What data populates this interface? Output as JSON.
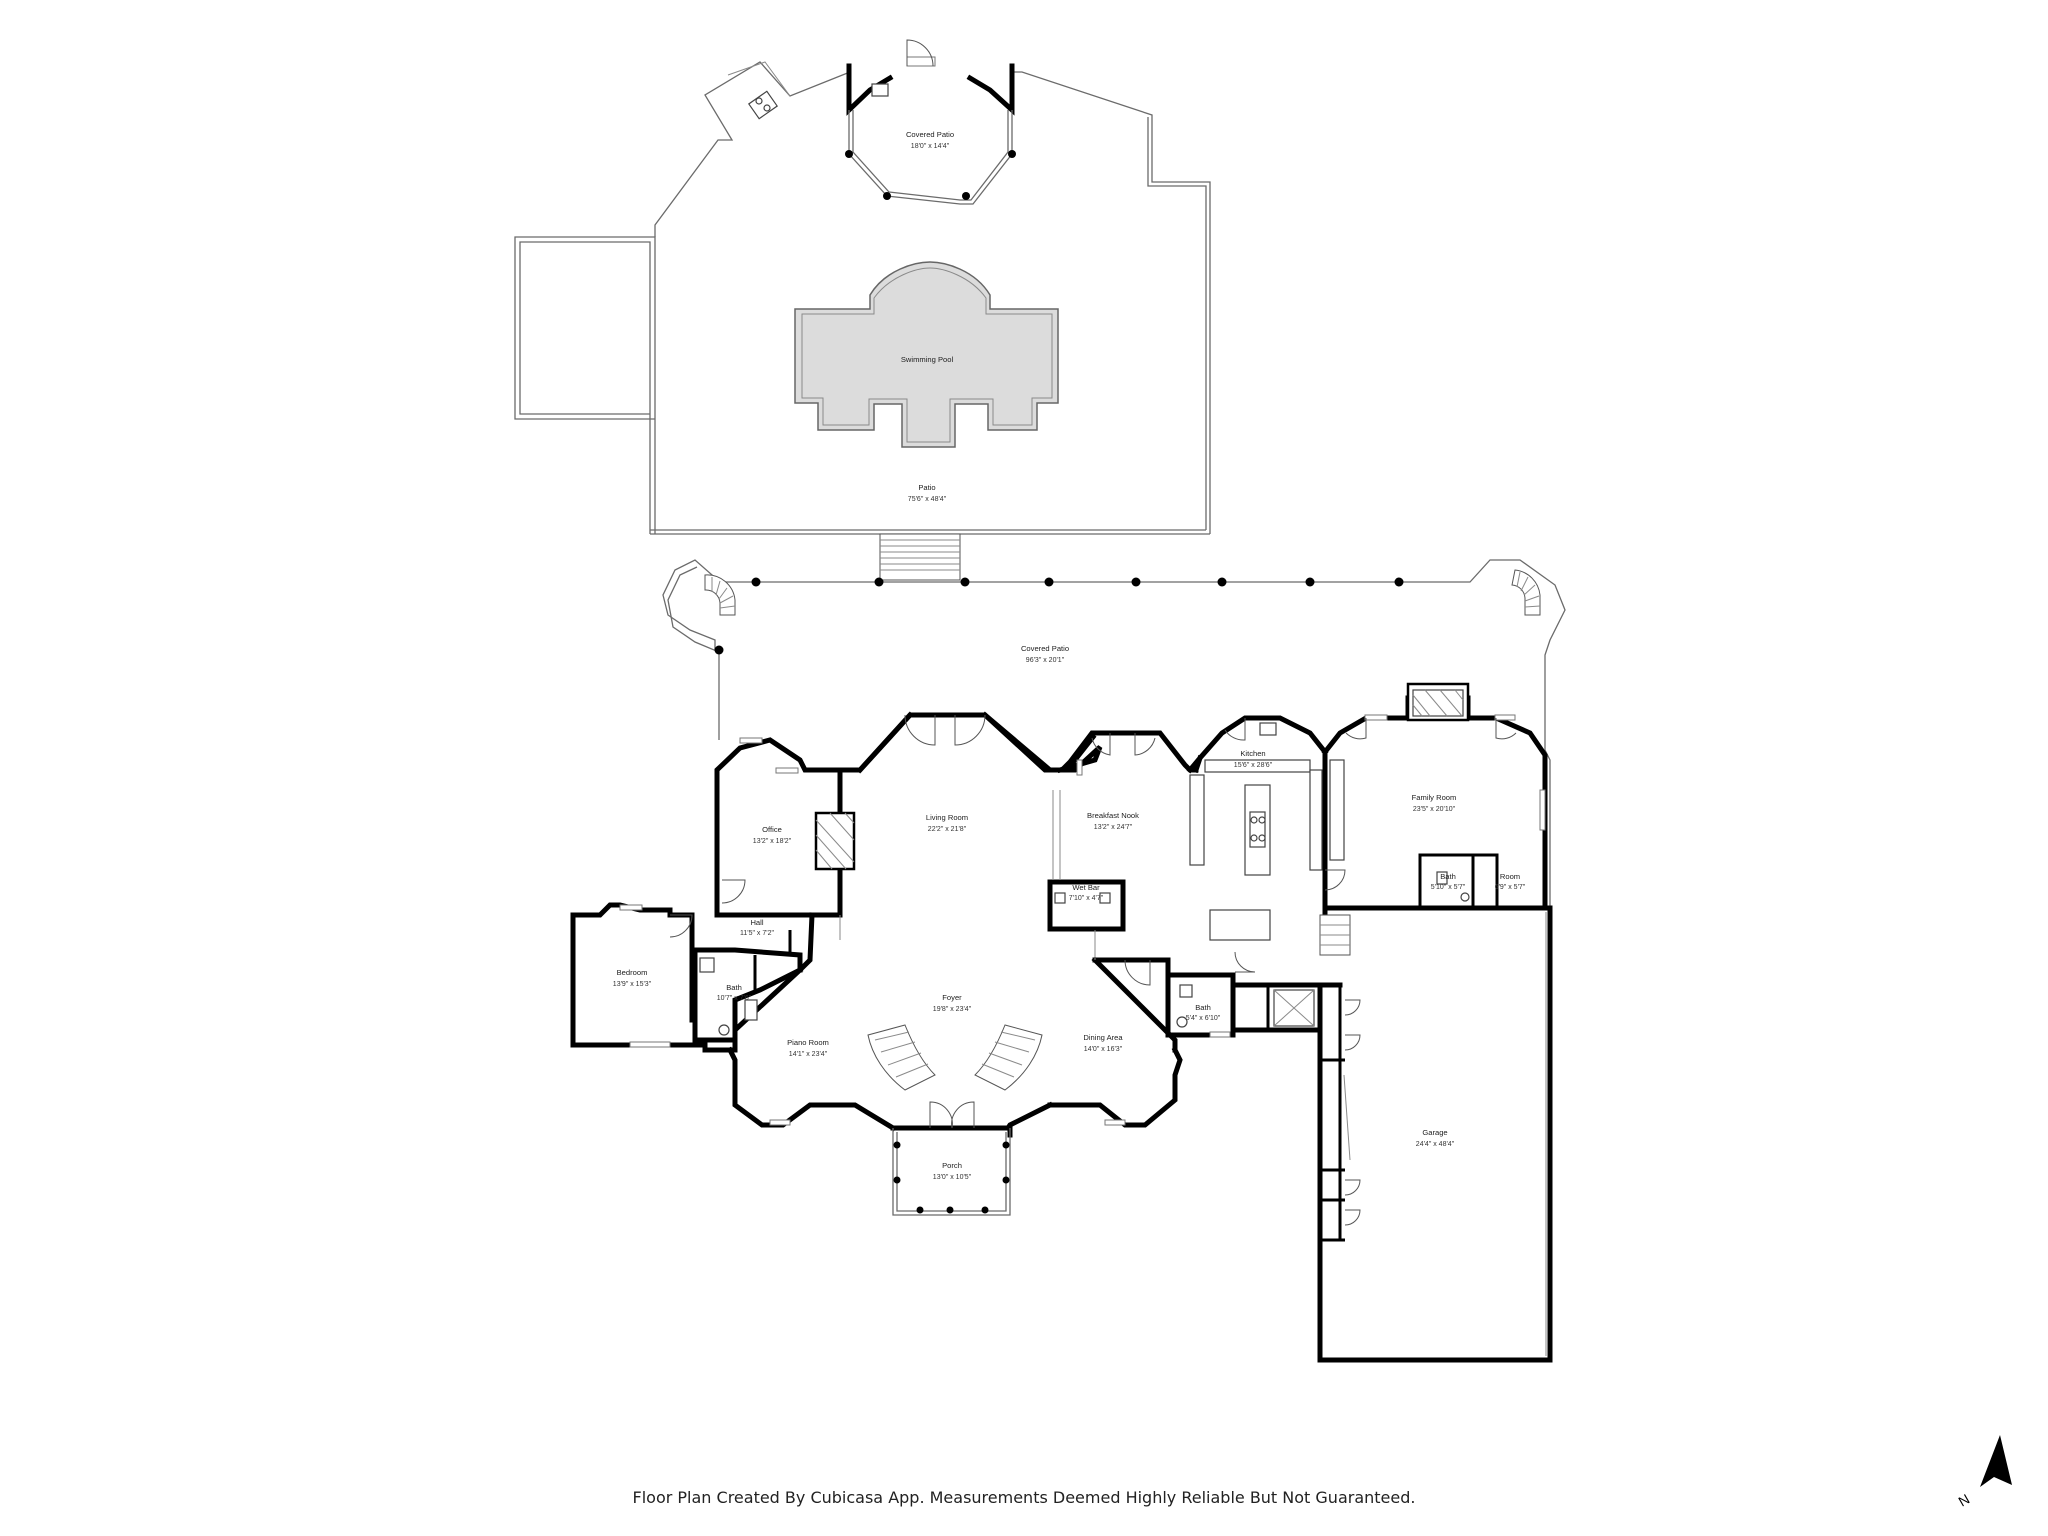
{
  "rooms": {
    "covered_patio_top": {
      "name": "Covered Patio",
      "dims": "18'0\" x 14'4\""
    },
    "swimming_pool": {
      "name": "Swimming Pool"
    },
    "patio": {
      "name": "Patio",
      "dims": "75'6\" x 48'4\""
    },
    "covered_patio": {
      "name": "Covered Patio",
      "dims": "96'3\" x 20'1\""
    },
    "office": {
      "name": "Office",
      "dims": "13'2\" x 18'2\""
    },
    "living_room": {
      "name": "Living Room",
      "dims": "22'2\" x 21'8\""
    },
    "breakfast_nook": {
      "name": "Breakfast Nook",
      "dims": "13'2\" x 24'7\""
    },
    "kitchen": {
      "name": "Kitchen",
      "dims": "15'6\" x 28'6\""
    },
    "family_room": {
      "name": "Family Room",
      "dims": "23'5\" x 20'10\""
    },
    "wet_bar": {
      "name": "Wet Bar",
      "dims": "7'10\" x 4'7\""
    },
    "hall": {
      "name": "Hall",
      "dims": "11'5\" x 7'2\""
    },
    "bedroom": {
      "name": "Bedroom",
      "dims": "13'9\" x 15'3\""
    },
    "bath_left": {
      "name": "Bath",
      "dims": "10'7\" x 7'6\""
    },
    "foyer": {
      "name": "Foyer",
      "dims": "19'8\" x 23'4\""
    },
    "piano_room": {
      "name": "Piano Room",
      "dims": "14'1\" x 23'4\""
    },
    "dining_area": {
      "name": "Dining Area",
      "dims": "14'0\" x 16'3\""
    },
    "bath_mid": {
      "name": "Bath",
      "dims": "5'4\" x 6'10\""
    },
    "bath_right": {
      "name": "Bath",
      "dims": "5'10\" x 5'7\""
    },
    "room_right": {
      "name": "Room",
      "dims": "6'9\" x 5'7\""
    },
    "garage": {
      "name": "Garage",
      "dims": "24'4\" x 48'4\""
    },
    "porch": {
      "name": "Porch",
      "dims": "13'0\" x 10'5\""
    }
  },
  "footer": {
    "disclaimer": "Floor Plan Created By Cubicasa App. Measurements Deemed Highly Reliable But Not Guaranteed."
  },
  "compass": {
    "label": "N",
    "icon": "north-arrow-icon"
  }
}
